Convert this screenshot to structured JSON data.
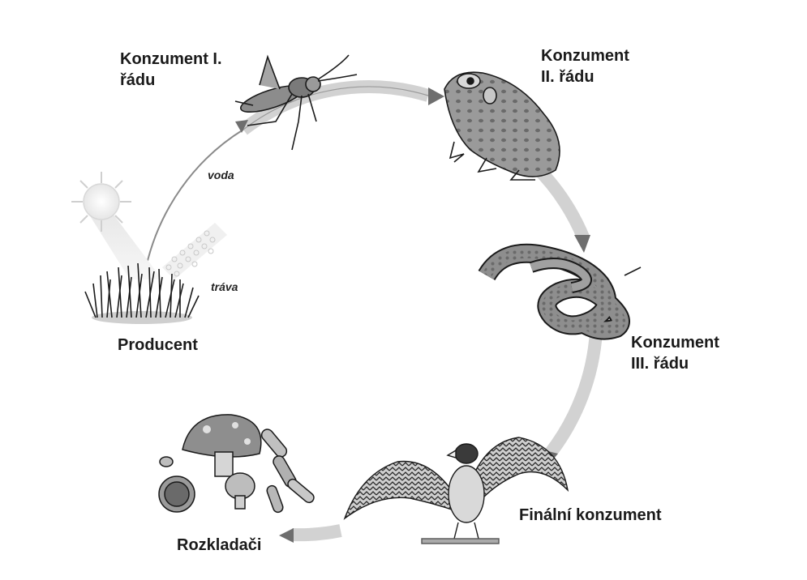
{
  "labels": {
    "consumer1": {
      "line1": "Konzument I.",
      "line2": "řádu",
      "icon": "grasshopper-icon"
    },
    "consumer2": {
      "line1": "Konzument",
      "line2": "II. řádu",
      "icon": "frog-icon"
    },
    "consumer3": {
      "line1": "Konzument",
      "line2": "III. řádu",
      "icon": "snake-icon"
    },
    "final": {
      "text": "Finální konzument",
      "icon": "falcon-icon"
    },
    "decomposers": {
      "text": "Rozkladači",
      "icon": "mushroom-bacteria-icon"
    },
    "producer": {
      "text": "Producent",
      "icon": "grass-icon"
    }
  },
  "annotations": {
    "water": "voda",
    "grass": "tráva",
    "sun_icon": "sun-icon"
  },
  "colors": {
    "arrow": "#d2d2d2",
    "arrow_edge": "#6e6e6e",
    "text": "#1a1a1a"
  }
}
